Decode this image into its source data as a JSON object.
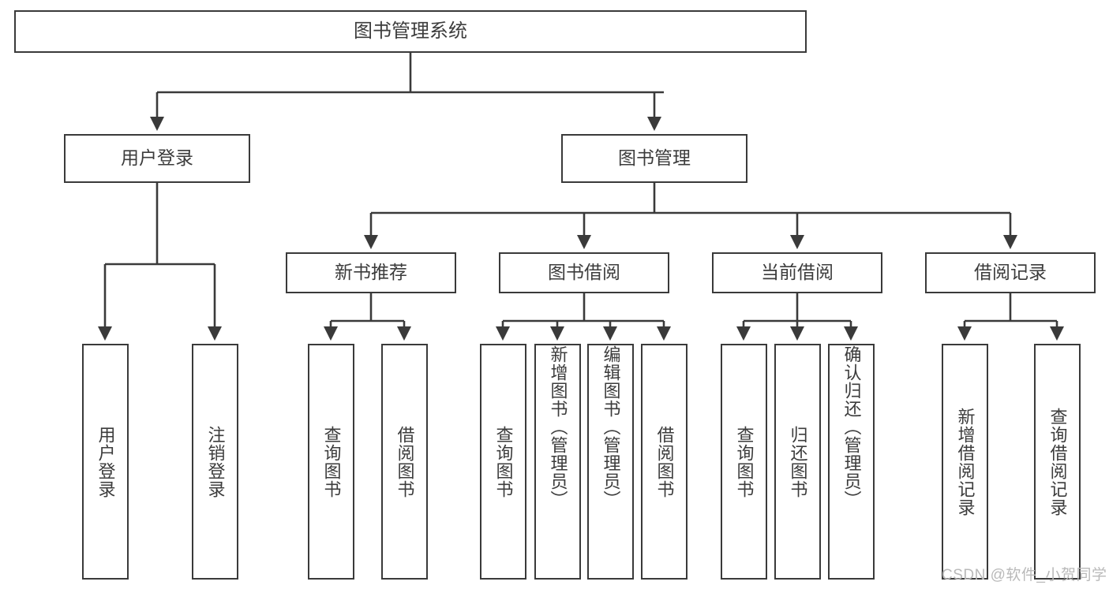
{
  "diagram": {
    "title": "图书管理系统",
    "type": "hierarchy-tree",
    "root": {
      "id": "root",
      "label": "图书管理系统"
    },
    "level2": [
      {
        "id": "user-login",
        "label": "用户登录"
      },
      {
        "id": "book-manage",
        "label": "图书管理"
      }
    ],
    "level3": [
      {
        "id": "new-book-rec",
        "label": "新书推荐"
      },
      {
        "id": "book-borrow",
        "label": "图书借阅"
      },
      {
        "id": "current-borrow",
        "label": "当前借阅"
      },
      {
        "id": "borrow-record",
        "label": "借阅记录"
      }
    ],
    "leaves": {
      "user_login": [
        {
          "id": "leaf-user-login",
          "label": "用户登录"
        },
        {
          "id": "leaf-user-logout",
          "label": "注销登录"
        }
      ],
      "new_book_rec": [
        {
          "id": "leaf-query-book-1",
          "label": "查询图书"
        },
        {
          "id": "leaf-borrow-book-1",
          "label": "借阅图书"
        }
      ],
      "book_borrow": [
        {
          "id": "leaf-query-book-2",
          "label": "查询图书"
        },
        {
          "id": "leaf-add-book",
          "label": "新增图书（管理员）"
        },
        {
          "id": "leaf-edit-book",
          "label": "编辑图书（管理员）"
        },
        {
          "id": "leaf-borrow-book-2",
          "label": "借阅图书"
        }
      ],
      "current_borrow": [
        {
          "id": "leaf-query-book-3",
          "label": "查询图书"
        },
        {
          "id": "leaf-return-book",
          "label": "归还图书"
        },
        {
          "id": "leaf-confirm-return",
          "label": "确认归还（管理员）"
        }
      ],
      "borrow_record": [
        {
          "id": "leaf-add-record",
          "label": "新增借阅记录"
        },
        {
          "id": "leaf-query-record",
          "label": "查询借阅记录"
        }
      ]
    }
  },
  "watermark": {
    "text": "CSDN @软件_小贺同学"
  },
  "colors": {
    "stroke": "#3a3a3a",
    "text": "#3c3c3c",
    "background": "#ffffff",
    "watermark": "#b9b9b9"
  }
}
